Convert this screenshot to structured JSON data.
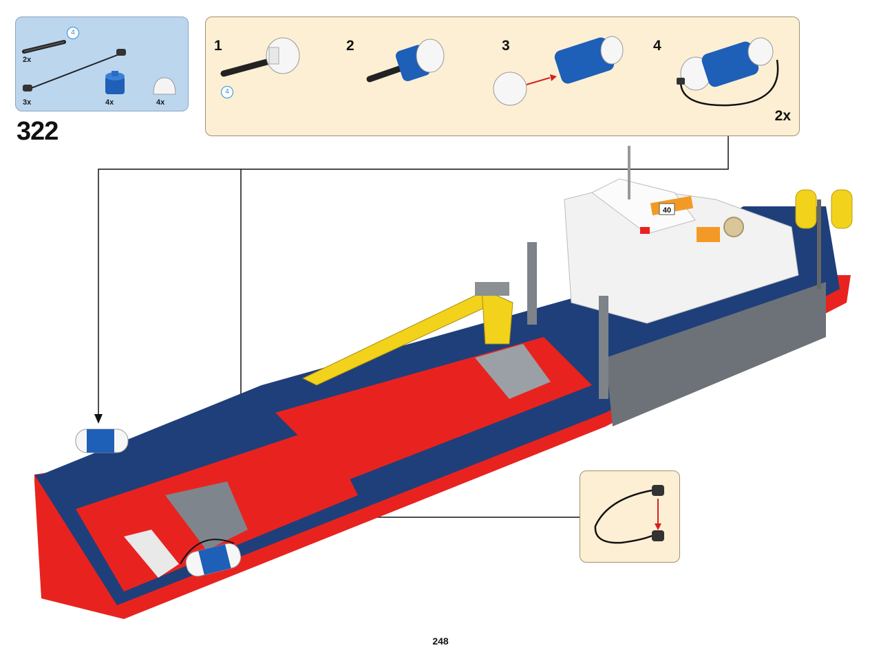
{
  "parts_list": {
    "items": [
      {
        "name": "axle",
        "qty": "2x",
        "badge": "4"
      },
      {
        "name": "string-with-ends",
        "qty": "3x"
      },
      {
        "name": "round-brick-blue",
        "qty": "4x"
      },
      {
        "name": "dome-white",
        "qty": "4x"
      }
    ]
  },
  "step": {
    "number": "322"
  },
  "subassembly": {
    "steps": [
      {
        "label": "1",
        "badge": "4"
      },
      {
        "label": "2"
      },
      {
        "label": "3"
      },
      {
        "label": "4"
      }
    ],
    "multiplier": "2x"
  },
  "model": {
    "tag_number": "40"
  },
  "page": {
    "number": "248"
  },
  "colors": {
    "hull_red": "#e8231f",
    "hull_blue": "#1f3f7a",
    "deck_white": "#f2f2f2",
    "crane_yellow": "#f2d21b",
    "parts_bg": "#bcd6ee",
    "sub_bg": "#fcefd3"
  }
}
